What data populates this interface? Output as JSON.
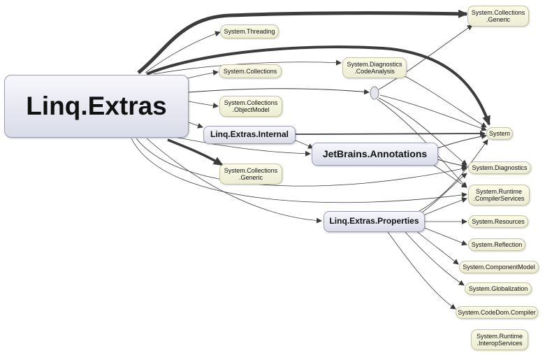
{
  "main_node": "Linq.Extras",
  "internal_nodes": {
    "internal": "Linq.Extras.Internal",
    "annotations": "JetBrains.Annotations",
    "properties": "Linq.Extras.Properties"
  },
  "external_nodes": {
    "collections_generic_top": [
      "System.Collections",
      ".Generic"
    ],
    "threading": [
      "System.Threading"
    ],
    "diagnostics_code_analysis": [
      "System.Diagnostics",
      ".CodeAnalysis"
    ],
    "collections": [
      "System.Collections"
    ],
    "collections_object_model": [
      "System.Collections",
      ".ObjectModel"
    ],
    "system": [
      "System"
    ],
    "collections_generic_mid": [
      "System.Collections",
      ".Generic"
    ],
    "diagnostics": [
      "System.Diagnostics"
    ],
    "runtime_compiler_services": [
      "System.Runtime",
      ".CompilerServices"
    ],
    "resources": [
      "System.Resources"
    ],
    "reflection": [
      "System.Reflection"
    ],
    "component_model": [
      "System.ComponentModel"
    ],
    "globalization": [
      "System.Globalization"
    ],
    "code_dom_compiler": [
      "System.CodeDom.Compiler"
    ],
    "runtime_interop_services": [
      "System.Runtime",
      ".InteropServices"
    ]
  },
  "colors": {
    "edge": "#3c3c3c",
    "internal_fill": "#dfe1ec",
    "external_fill": "#f3f3de"
  }
}
